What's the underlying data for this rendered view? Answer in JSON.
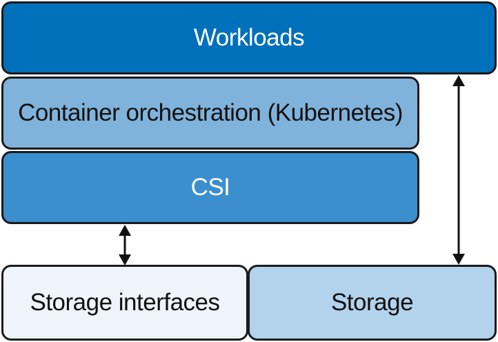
{
  "diagram": {
    "layers": {
      "workloads": "Workloads",
      "orchestration": "Container orchestration (Kubernetes)",
      "csi": "CSI",
      "storage_interfaces": "Storage interfaces",
      "storage": "Storage"
    },
    "connectors": [
      {
        "from": "CSI",
        "to": "Storage interfaces",
        "direction": "bidirectional"
      },
      {
        "from": "Workloads",
        "to": "Storage",
        "direction": "bidirectional"
      }
    ],
    "colors": {
      "workloads_fill": "#0070bb",
      "orchestration_fill": "#80b3db",
      "csi_fill": "#3a8fcc",
      "storage_interfaces_fill": "#eef4fa",
      "storage_fill": "#b3d2ec",
      "border": "#1a1a1a"
    }
  }
}
